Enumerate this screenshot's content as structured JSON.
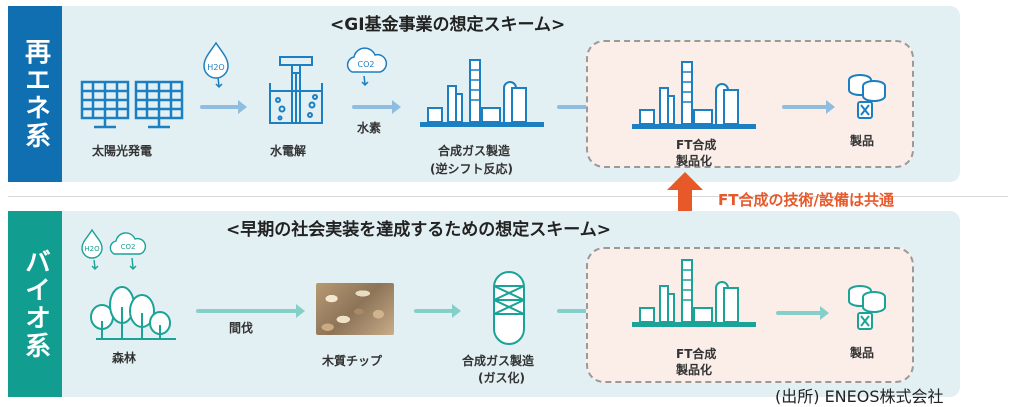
{
  "colors": {
    "renewable_accent": "#0f6fb0",
    "bio_accent": "#119e91",
    "panel_bg": "#e3f0f3",
    "shared_box_bg": "#fbeee9",
    "common_callout": "#e8592a"
  },
  "renewable": {
    "side_label": "再エネ系",
    "heading": "<GI基金事業の想定スキーム>",
    "inputs": {
      "water": "H2O",
      "co2": "CO2"
    },
    "steps": [
      {
        "label": "太陽光発電",
        "icon": "solar-panel-icon"
      },
      {
        "label": "水電解",
        "icon": "electrolyzer-icon"
      },
      {
        "label": "合成ガス製造",
        "sublabel": "(逆シフト反応)",
        "icon": "plant-icon"
      },
      {
        "label": "FT合成",
        "sublabel": "製品化",
        "icon": "plant-icon"
      },
      {
        "label": "製品",
        "icon": "product-icon"
      }
    ],
    "arrow_label": "水素"
  },
  "bio": {
    "side_label": "バイオ系",
    "heading": "<早期の社会実装を達成するための想定スキーム>",
    "inputs": {
      "water": "H2O",
      "co2": "CO2"
    },
    "steps": [
      {
        "label": "森林",
        "icon": "forest-icon"
      },
      {
        "label": "木質チップ",
        "icon": "wood-chips-photo"
      },
      {
        "label": "合成ガス製造",
        "sublabel": "(ガス化)",
        "icon": "gasifier-icon"
      },
      {
        "label": "FT合成",
        "sublabel": "製品化",
        "icon": "plant-icon"
      },
      {
        "label": "製品",
        "icon": "product-icon"
      }
    ],
    "arrow_label": "間伐"
  },
  "common_callout": "FT合成の技術/設備は共通",
  "source": "(出所) ENEOS株式会社"
}
